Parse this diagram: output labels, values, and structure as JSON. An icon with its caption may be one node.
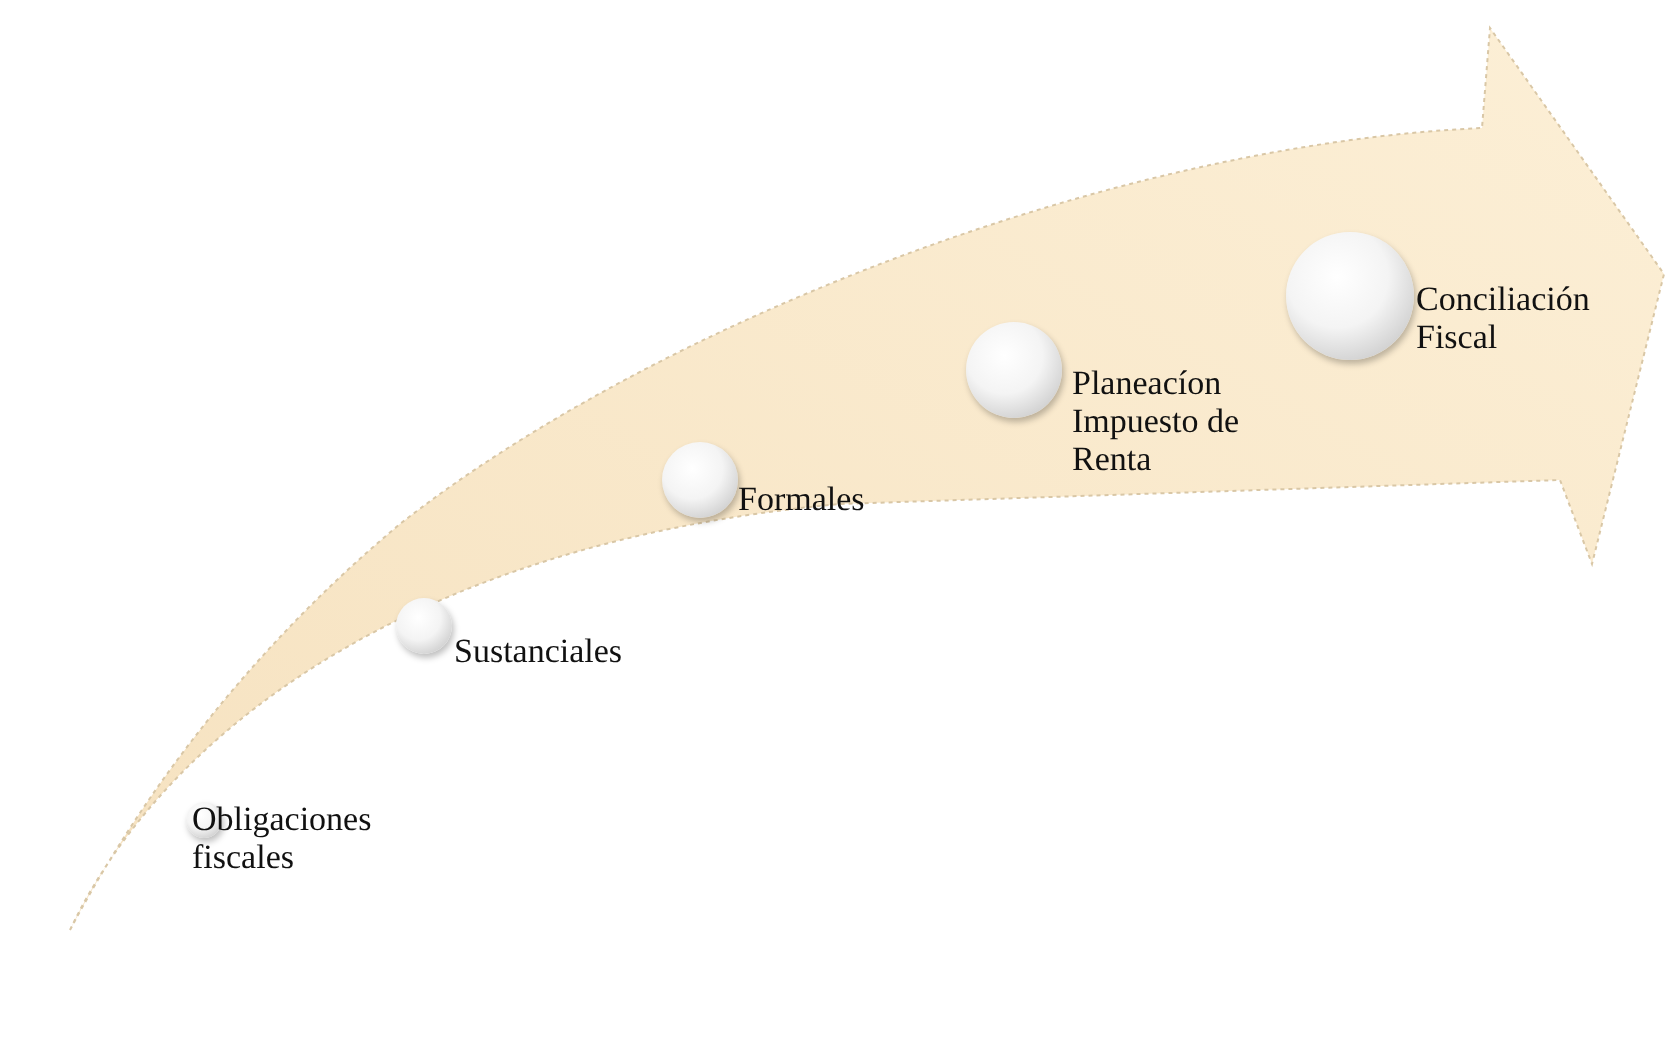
{
  "diagram": {
    "nodes": [
      {
        "text": [
          "Obligaciones fiscales"
        ]
      },
      {
        "text": [
          "Sustanciales"
        ]
      },
      {
        "text": [
          "Formales"
        ]
      },
      {
        "text": [
          "Planeacíon Impuesto de Renta"
        ]
      },
      {
        "text": [
          "Conciliación Fiscal"
        ]
      }
    ]
  }
}
